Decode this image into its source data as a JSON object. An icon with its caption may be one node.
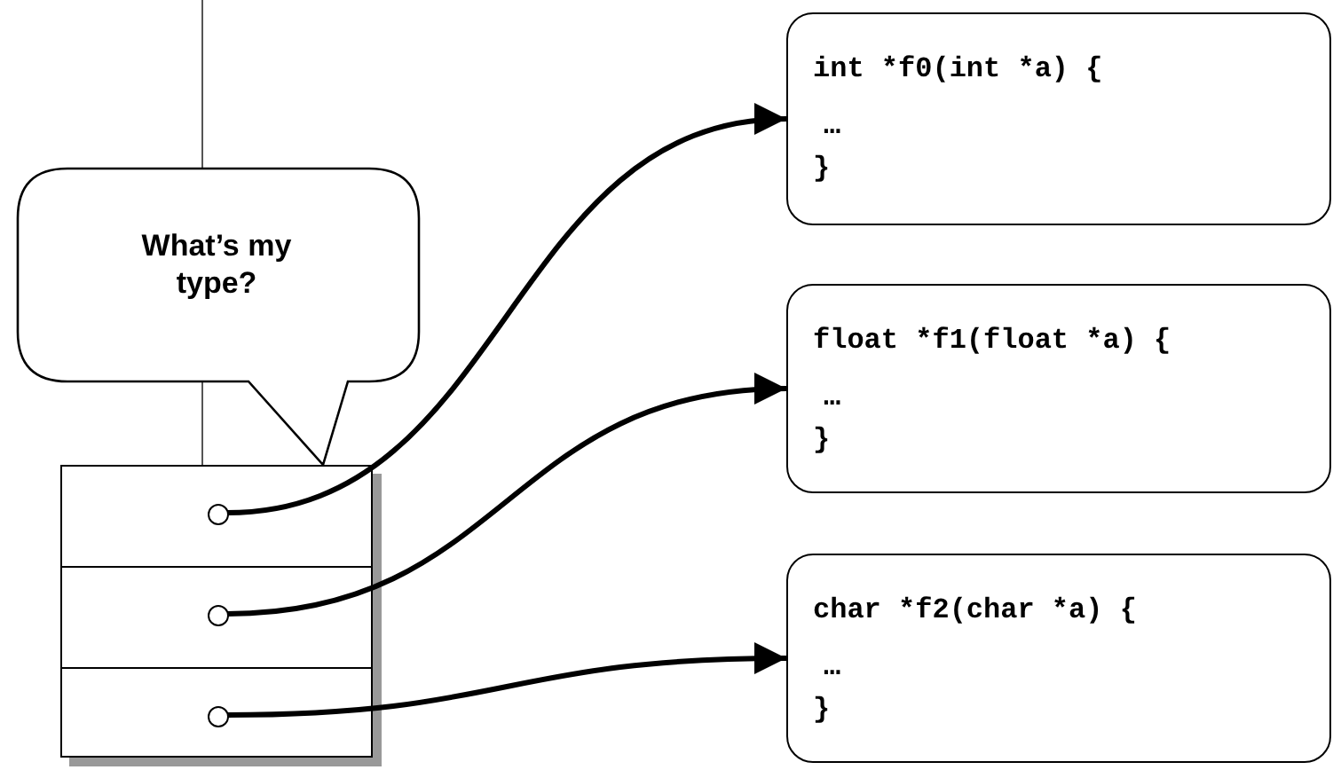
{
  "diagram": {
    "nodes": [
      {
        "text": [
          "What’s my type?"
        ]
      },
      {
        "text": [],
        "shape": "box"
      },
      {
        "text": [],
        "shape": "circle",
        "in": 1
      },
      {
        "text": [],
        "shape": "circle",
        "in": 1
      },
      {
        "text": [],
        "shape": "circle",
        "in": 1
      },
      {
        "text": [
          "int *f0(int *a) {",
          "…",
          "}"
        ]
      },
      {
        "text": [
          "float *f1(float *a) {",
          "…",
          "}"
        ]
      },
      {
        "text": [
          "char *f2(char *a) {",
          "…",
          "}"
        ]
      }
    ],
    "edges": [
      {
        "from": 2,
        "to": 5,
        "arrow": "to"
      },
      {
        "from": 3,
        "to": 6,
        "arrow": "to"
      },
      {
        "from": 4,
        "to": 7,
        "arrow": "to"
      }
    ]
  }
}
